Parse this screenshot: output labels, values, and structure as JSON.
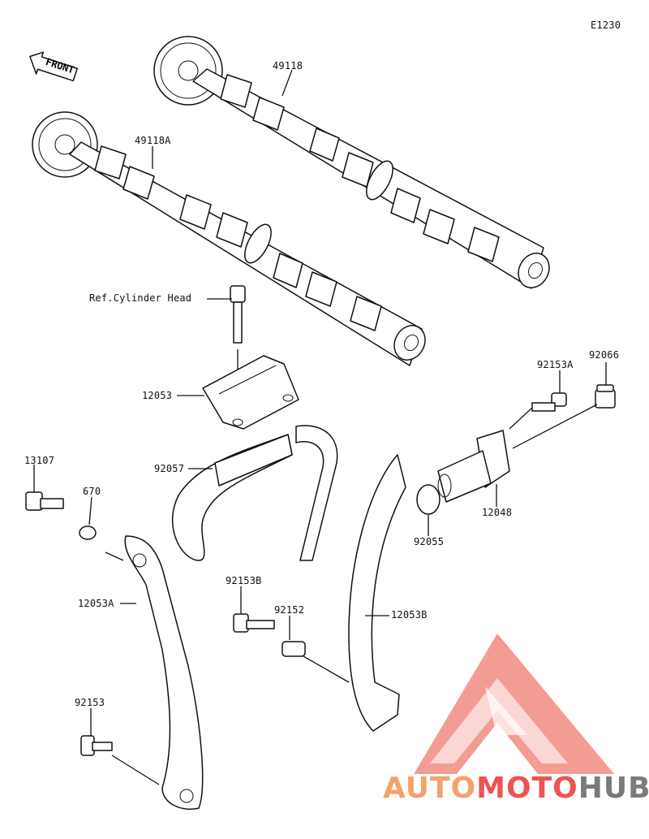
{
  "diagram_code": "E1230",
  "front_label": "FRONT",
  "ref_label": "Ref.Cylinder Head",
  "parts": {
    "cam_upper": "49118",
    "cam_lower": "49118A",
    "bracket": "12053",
    "chain": "92057",
    "bolt_13107": "13107",
    "oring_670": "670",
    "guide_a": "12053A",
    "bolt_92153": "92153",
    "bolt_92153b": "92153B",
    "collar": "92152",
    "guide_b": "12053B",
    "bolt_92153a": "92153A",
    "plug": "92066",
    "tensioner": "12048",
    "oring_92055": "92055"
  },
  "watermark": {
    "auto": "AUTO",
    "moto": "MOTO",
    "hub": "HUB",
    "colors": {
      "accent": "#f4a16b",
      "red": "#ef5350",
      "gray": "#7a7a7a",
      "triangle": "#f28b82"
    }
  }
}
